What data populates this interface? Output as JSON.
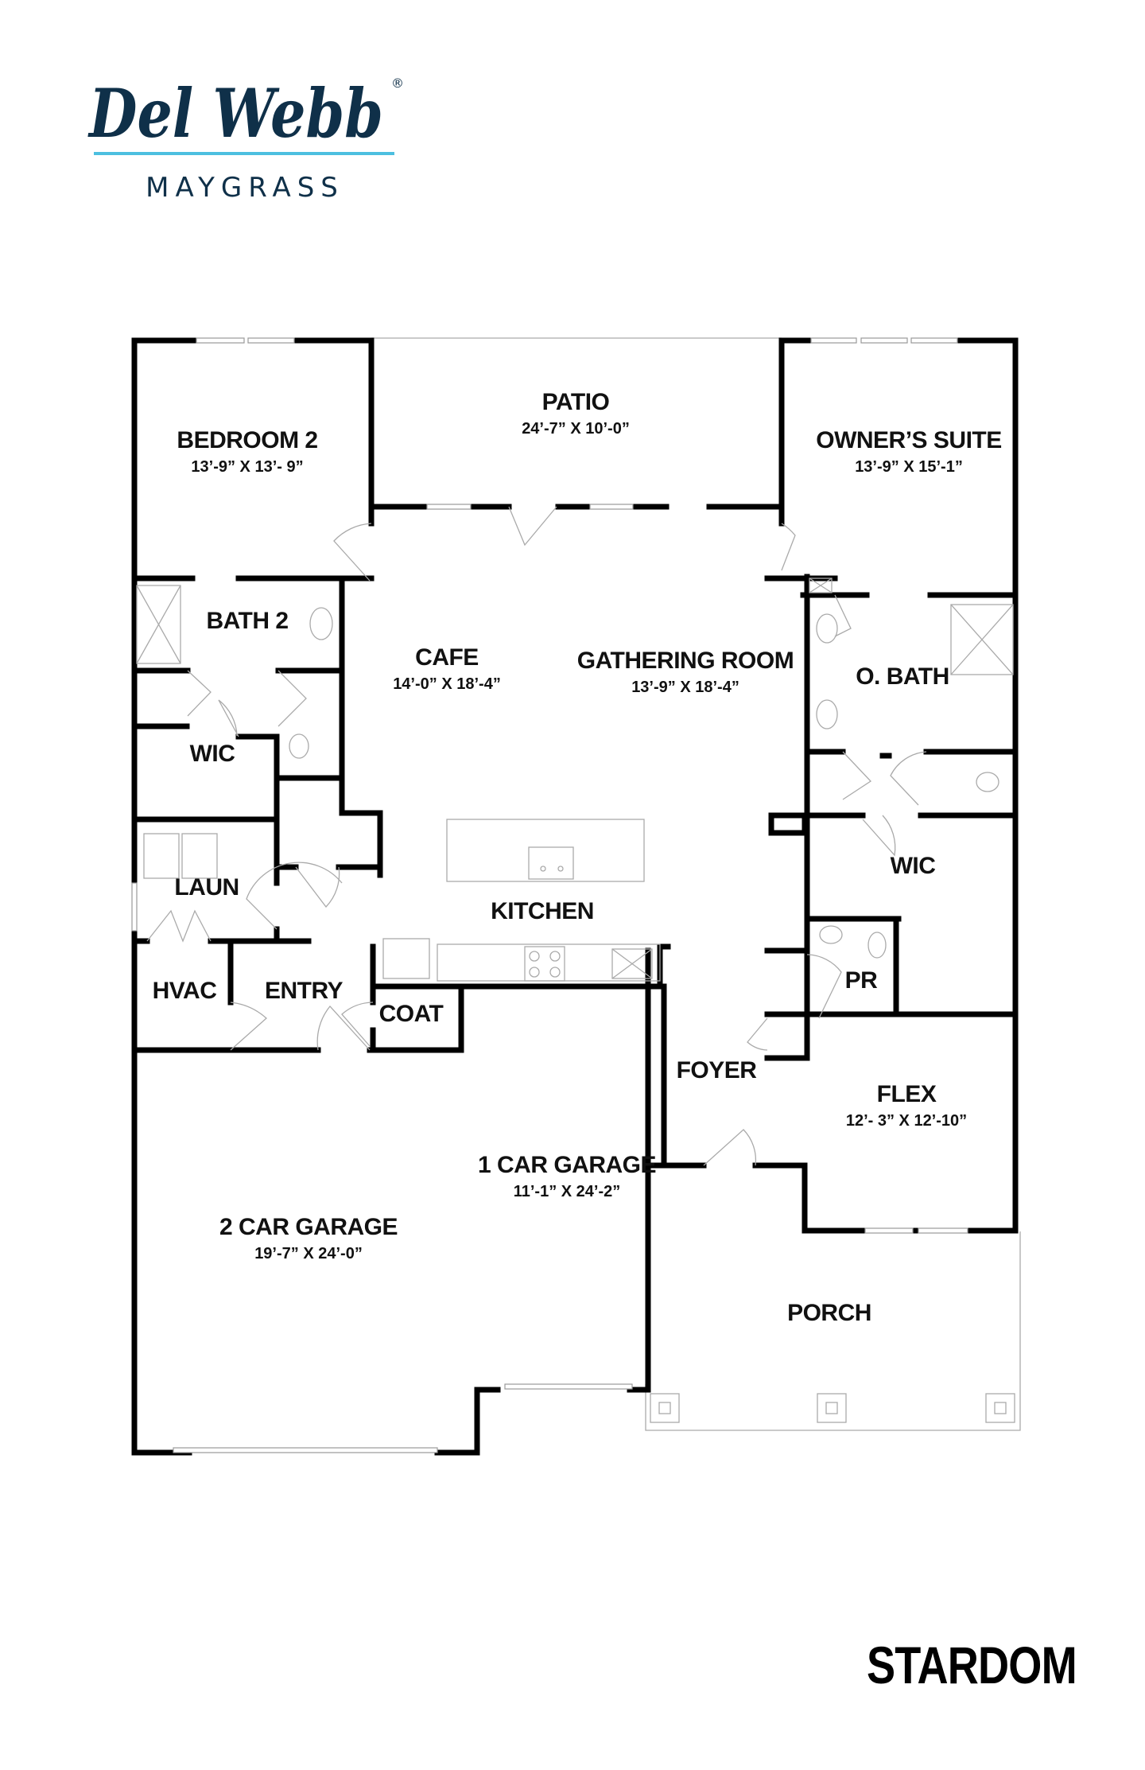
{
  "brand": {
    "name": "Del Webb",
    "registered_mark": "®",
    "community": "MAYGRASS",
    "colors": {
      "navy": "#0f3049",
      "accent_line": "#4cbfe0"
    }
  },
  "plan_name": "STARDOM",
  "rooms": [
    {
      "id": "bedroom2",
      "label": "BEDROOM 2",
      "dims": "13’-9” X 13’- 9”"
    },
    {
      "id": "patio",
      "label": "PATIO",
      "dims": "24’-7” X 10’-0”"
    },
    {
      "id": "owners_suite",
      "label": "OWNER’S SUITE",
      "dims": "13’-9” X 15’-1”"
    },
    {
      "id": "bath2",
      "label": "BATH 2",
      "dims": ""
    },
    {
      "id": "cafe",
      "label": "CAFE",
      "dims": "14’-0” X 18’-4”"
    },
    {
      "id": "gathering",
      "label": "GATHERING ROOM",
      "dims": "13’-9” X 18’-4”"
    },
    {
      "id": "obath",
      "label": "O. BATH",
      "dims": ""
    },
    {
      "id": "wic_left",
      "label": "WIC",
      "dims": ""
    },
    {
      "id": "laun",
      "label": "LAUN",
      "dims": ""
    },
    {
      "id": "kitchen",
      "label": "KITCHEN",
      "dims": ""
    },
    {
      "id": "wic_right",
      "label": "WIC",
      "dims": ""
    },
    {
      "id": "hvac",
      "label": "HVAC",
      "dims": ""
    },
    {
      "id": "entry",
      "label": "ENTRY",
      "dims": ""
    },
    {
      "id": "coat",
      "label": "COAT",
      "dims": ""
    },
    {
      "id": "pr",
      "label": "PR",
      "dims": ""
    },
    {
      "id": "foyer",
      "label": "FOYER",
      "dims": ""
    },
    {
      "id": "flex",
      "label": "FLEX",
      "dims": "12’- 3” X 12’-10”"
    },
    {
      "id": "garage1",
      "label": "1 CAR GARAGE",
      "dims": "11’-1” X 24’-2”"
    },
    {
      "id": "garage2",
      "label": "2 CAR GARAGE",
      "dims": "19’-7” X 24’-0”"
    },
    {
      "id": "porch",
      "label": "PORCH",
      "dims": ""
    }
  ]
}
